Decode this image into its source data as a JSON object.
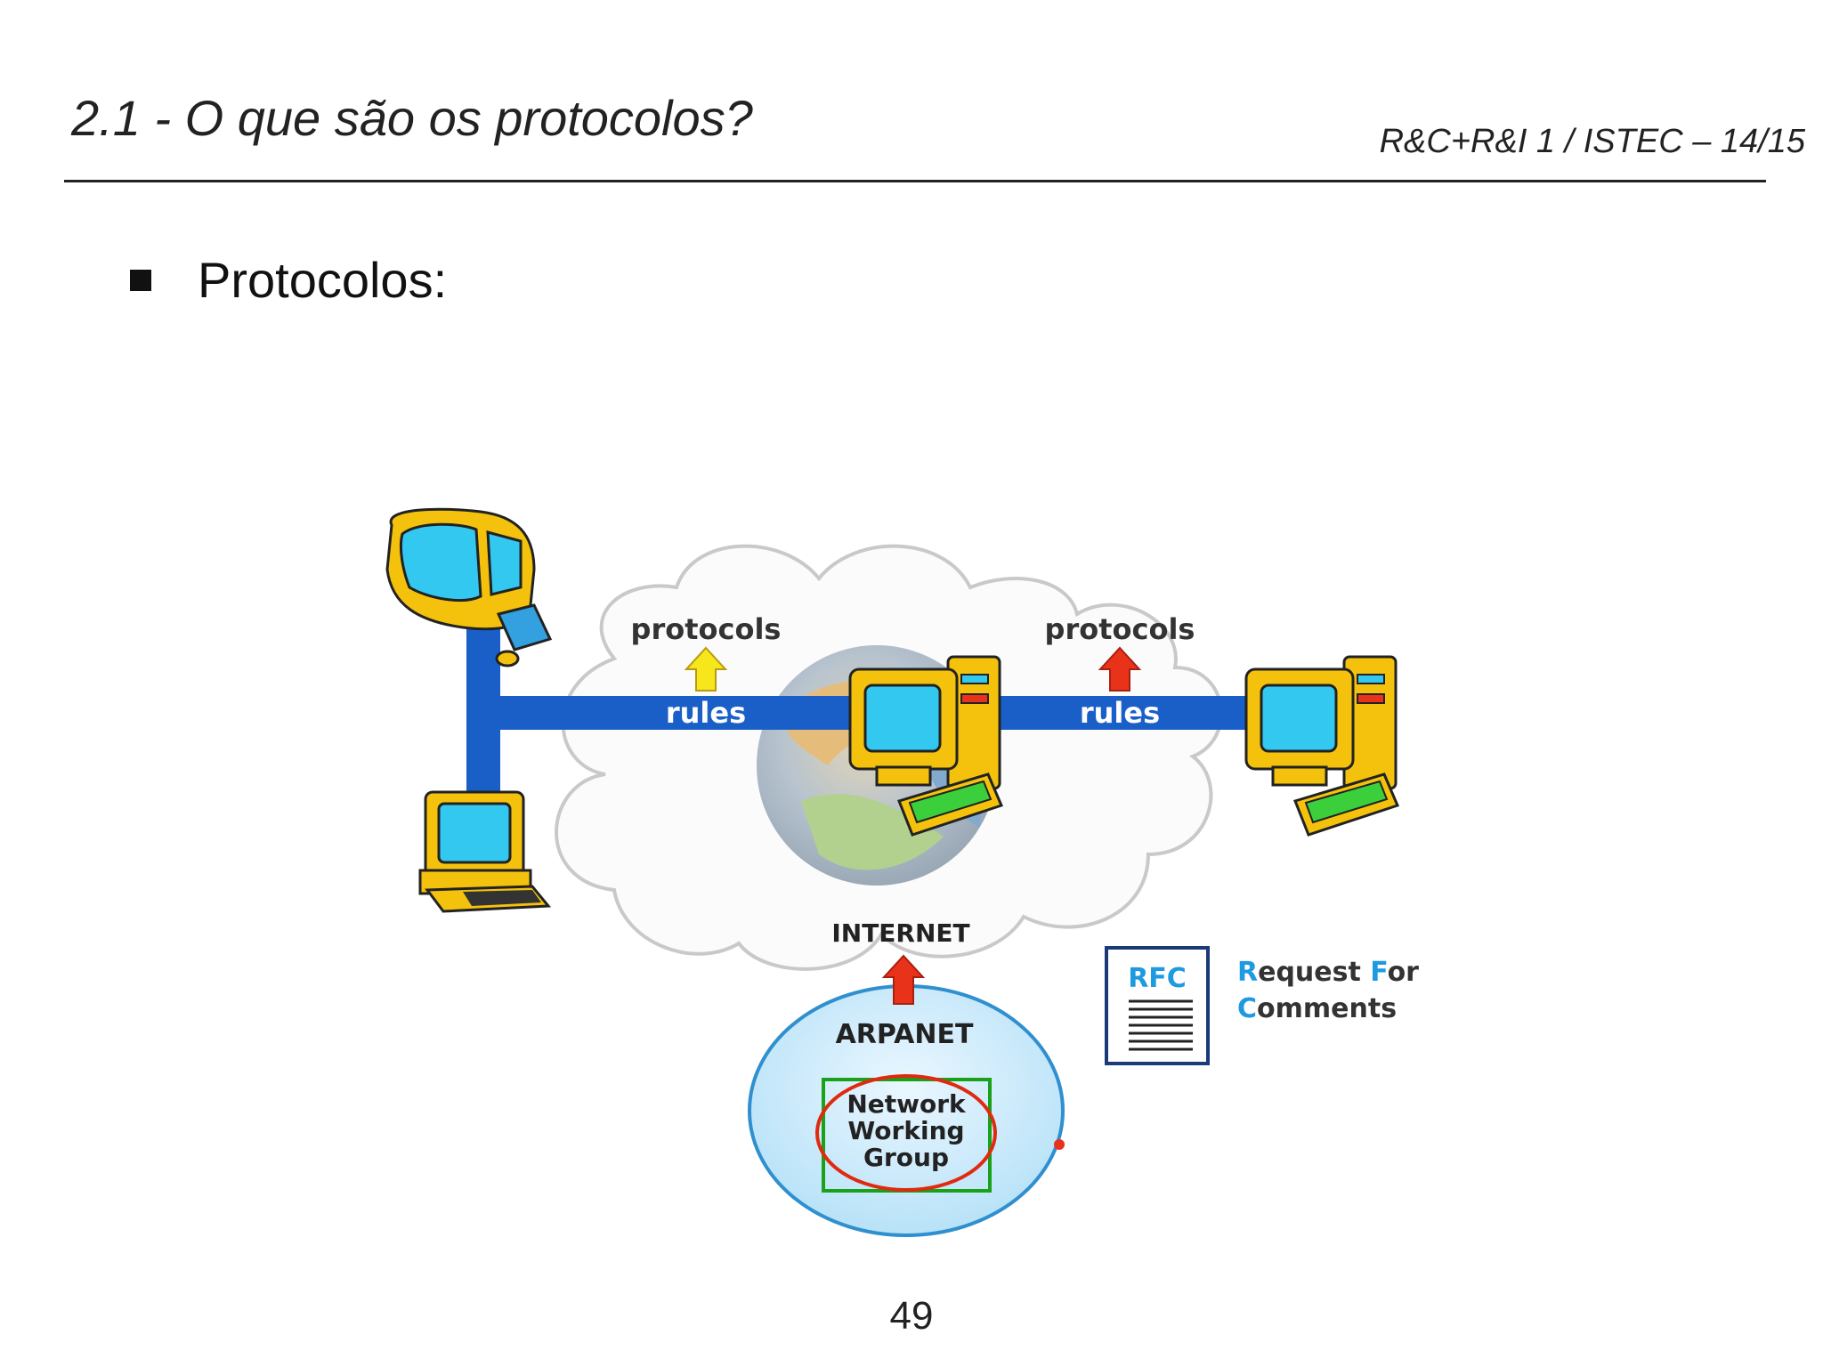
{
  "header": {
    "title": "2.1 - O que são os protocolos?",
    "course": "R&C+R&I 1 / ISTEC – 14/15"
  },
  "bullet": {
    "text": "Protocolos:"
  },
  "diagram": {
    "left_link": {
      "top_label": "protocols",
      "bar_label": "rules"
    },
    "right_link": {
      "top_label": "protocols",
      "bar_label": "rules"
    },
    "internet_label": "INTERNET",
    "arpanet_label": "ARPANET",
    "nwg_lines": [
      "Network",
      "Working",
      "Group"
    ],
    "rfc": {
      "badge": "RFC",
      "line1_initial": "R",
      "line1_rest": "equest ",
      "line1_initial2": "F",
      "line1_rest2": "or",
      "line2_initial": "C",
      "line2_rest": "omments"
    },
    "colors": {
      "link_bar": "#1a5fc8",
      "computer_body": "#f4c20d",
      "screen": "#33c8f0",
      "keyboard_green": "#3ccf3c",
      "arrow_yellow": "#f6e61c",
      "arrow_red": "#e8321a",
      "rfc_accent": "#1e9ae0"
    }
  },
  "footer": {
    "page_number": "49"
  }
}
